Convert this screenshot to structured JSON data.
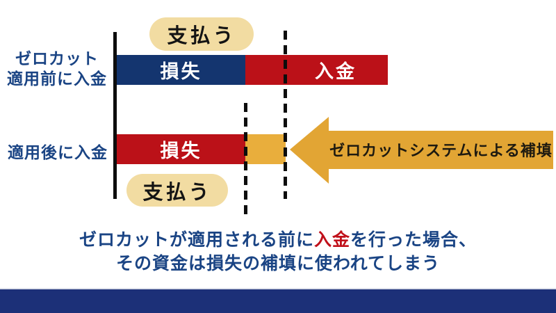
{
  "colors": {
    "navy_bar": "#14356F",
    "red_bar": "#BB1118",
    "orange_arrow": "#E2A534",
    "orange_segment": "#E9AE3C",
    "cream_pill": "#F2DCA2",
    "footer_navy": "#1C3078",
    "text_navy": "#1A4484",
    "highlight_red": "#C0101A",
    "line_black": "#0D0D0D"
  },
  "labels": {
    "before_line1": "ゼロカット",
    "before_line2": "適用前に入金",
    "after": "適用後に入金"
  },
  "pills": {
    "top": "支払う",
    "bottom": "支払う"
  },
  "bars": {
    "row1": {
      "loss": "損失",
      "deposit": "入金"
    },
    "row2": {
      "loss": "損失"
    }
  },
  "arrow": {
    "label": "ゼロカットシステムによる補填"
  },
  "caption": {
    "line1_before": "ゼロカットが適用される前に",
    "line1_highlight": "入金",
    "line1_after": "を行った場合、",
    "line2": "その資金は損失の補填に使われてしまう"
  }
}
